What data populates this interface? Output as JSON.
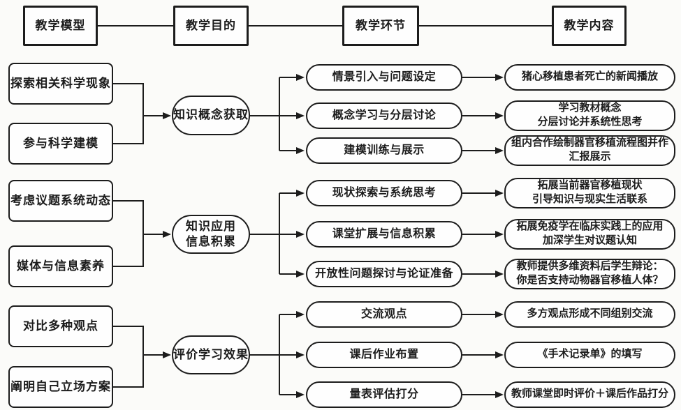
{
  "diagram": {
    "background": "#fbfbf9",
    "line_color": "#1c1c1c",
    "headers": [
      "教学模型",
      "教学目的",
      "教学环节",
      "教学内容"
    ],
    "groups": [
      {
        "inputs": [
          "探索相关科学现象",
          "参与科学建模"
        ],
        "goal": "知识概念获取",
        "steps": [
          "情景引入与问题设定",
          "概念学习与分层讨论",
          "建模训练与展示"
        ],
        "contents": [
          "猪心移植患者死亡的新闻播放",
          "学习教材概念\n分层讨论并系统性思考",
          "组内合作绘制器官移植流程图并作\n汇报展示"
        ]
      },
      {
        "inputs": [
          "考虑议题系统动态",
          "媒体与信息素养"
        ],
        "goal": "知识应用\n信息积累",
        "steps": [
          "现状探索与系统思考",
          "课堂扩展与信息积累",
          "开放性问题探讨与论证准备"
        ],
        "contents": [
          "拓展当前器官移植现状\n引导知识与现实生活联系",
          "拓展免疫学在临床实践上的应用\n加深学生对议题认知",
          "教师提供多维资料后学生辩论：\n你是否支持动物器官移植人体？"
        ]
      },
      {
        "inputs": [
          "对比多种观点",
          "阐明自己立场方案"
        ],
        "goal": "评价学习效果",
        "steps": [
          "交流观点",
          "课后作业布置",
          "量表评估打分"
        ],
        "contents": [
          "多方观点形成不同组别交流",
          "《手术记录单》的填写",
          "教师课堂即时评价＋课后作品打分"
        ]
      }
    ]
  }
}
